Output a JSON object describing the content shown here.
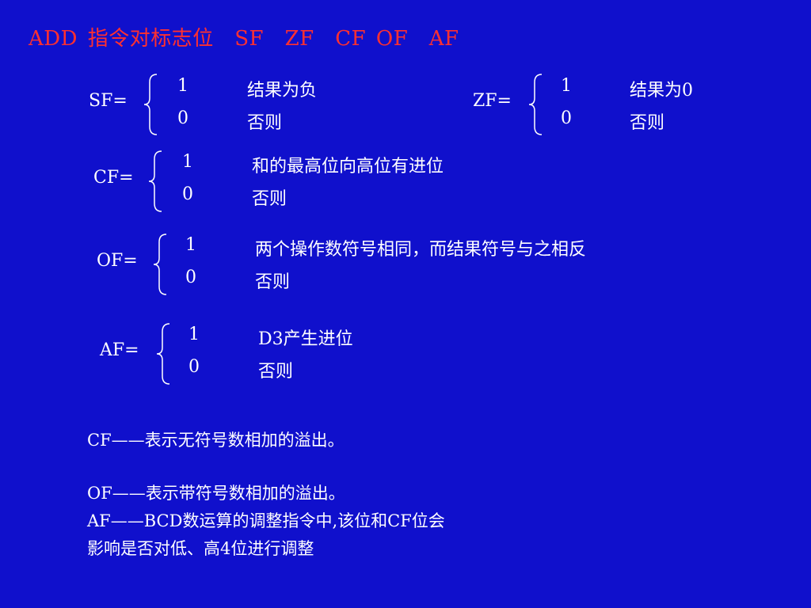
{
  "title": "ADD 指令对标志位　SF　ZF　CF OF　AF",
  "colors": {
    "background": "#1010CC",
    "title": "#FF3030",
    "text": "#FFFFFF"
  },
  "flags": {
    "sf": {
      "label": "SF=",
      "v1": "1",
      "t1": "结果为负",
      "v0": "0",
      "t0": "否则"
    },
    "zf": {
      "label": "ZF=",
      "v1": "1",
      "t1": "结果为0",
      "v0": "0",
      "t0": "否则"
    },
    "cf": {
      "label": "CF=",
      "v1": "1",
      "t1": "和的最高位向高位有进位",
      "v0": "0",
      "t0": "否则"
    },
    "of": {
      "label": "OF=",
      "v1": "1",
      "t1": "两个操作数符号相同，而结果符号与之相反",
      "v0": "0",
      "t0": "否则"
    },
    "af": {
      "label": "AF=",
      "v1": "1",
      "t1": "D3产生进位",
      "v0": "0",
      "t0": "否则"
    }
  },
  "notes": {
    "cf": "CF——表示无符号数相加的溢出。",
    "of": "OF——表示带符号数相加的溢出。",
    "af1": "AF——BCD数运算的调整指令中,该位和CF位会",
    "af2": "影响是否对低、高4位进行调整"
  }
}
